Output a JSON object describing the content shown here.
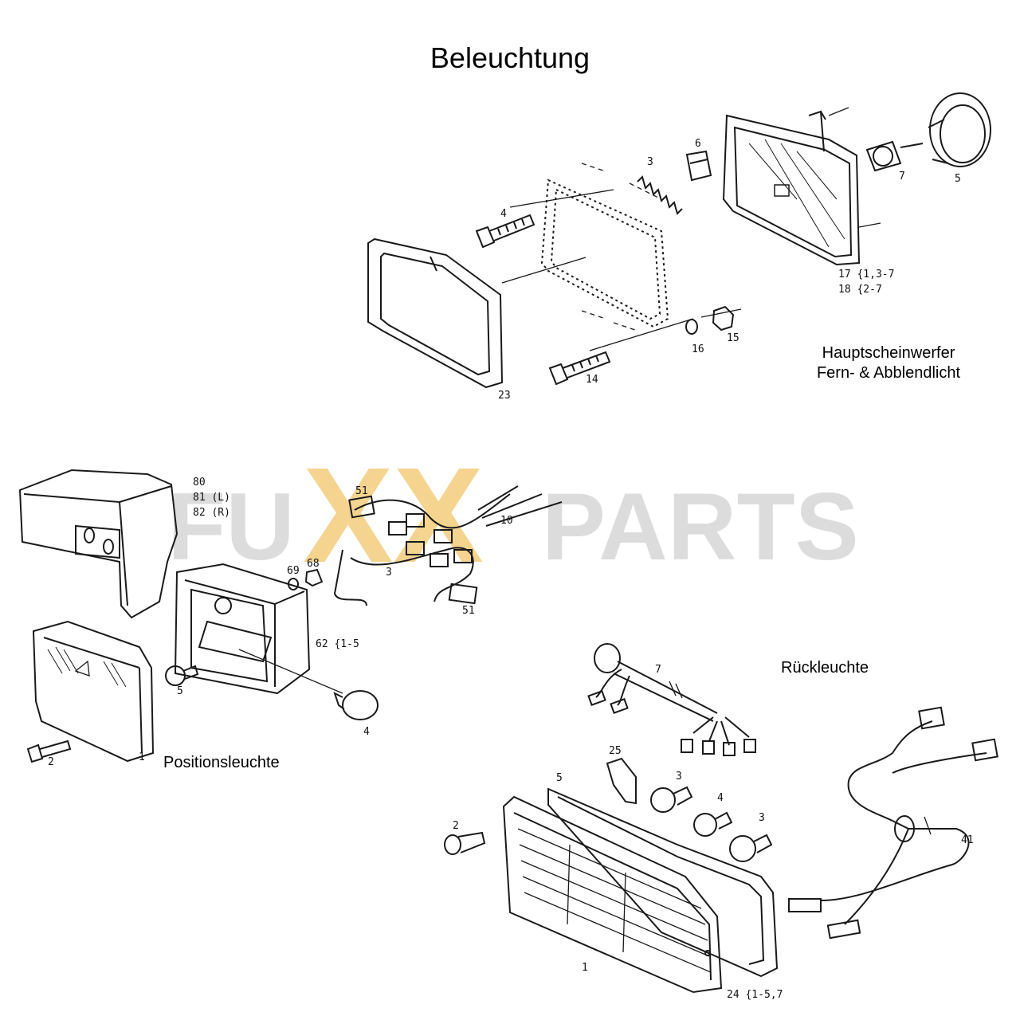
{
  "title": "Beleuchtung",
  "watermark": {
    "part1": "FU",
    "part2": "XX",
    "part3": "PARTS",
    "color_gray": "#d9d9d9",
    "color_gold": "#f3d083"
  },
  "sections": {
    "headlight": {
      "title_line1": "Hauptscheinwerfer",
      "title_line2": "Fern- & Abblendlicht",
      "callouts": {
        "c3": "3",
        "c4": "4",
        "c5": "5",
        "c6": "6",
        "c7": "7",
        "c14": "14",
        "c15": "15",
        "c16": "16",
        "c23": "23",
        "c17": "17 {1,3-7",
        "c18": "18 {2-7"
      }
    },
    "position_light": {
      "title": "Positionsleuchte",
      "callouts": {
        "c80": "80",
        "c81": "81 (L)",
        "c82": "82 (R)",
        "c51a": "51",
        "c51b": "51",
        "c10": "10",
        "c3": "3",
        "c69": "69",
        "c68": "68",
        "c62": "62 {1-5",
        "c5": "5",
        "c4": "4",
        "c2": "2",
        "c1": "1"
      }
    },
    "rear_light": {
      "title": "Rückleuchte",
      "callouts": {
        "c7": "7",
        "c25": "25",
        "c5": "5",
        "c3a": "3",
        "c4": "4",
        "c3b": "3",
        "c2": "2",
        "c41": "41",
        "c1": "1",
        "c24": "24 {1-5,7"
      }
    }
  },
  "colors": {
    "line": "#1a1a1a",
    "background": "#ffffff"
  }
}
